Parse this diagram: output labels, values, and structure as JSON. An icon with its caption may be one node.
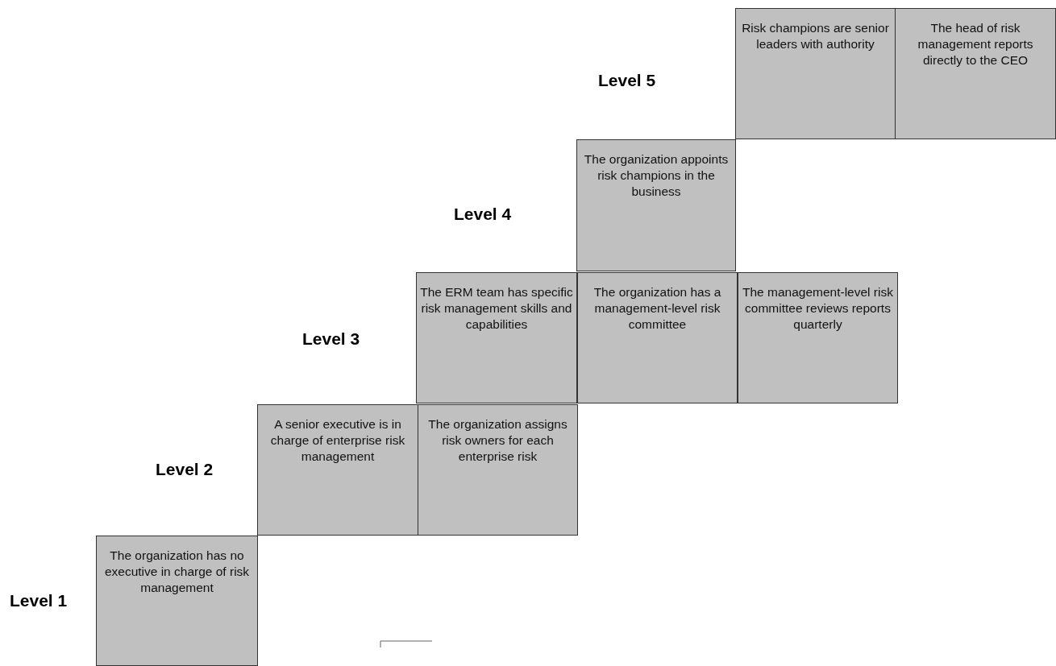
{
  "diagram": {
    "nodes": [
      {
        "text": [
          "Risk champions are senior leaders with authority"
        ]
      },
      {
        "text": [
          "The head of risk management reports directly to the CEO"
        ]
      },
      {
        "text": [
          "The organization appoints risk champions in the business"
        ]
      },
      {
        "text": [
          "The ERM team has specific risk management skills and capabilities"
        ]
      },
      {
        "text": [
          "The organization has a management-level risk committee"
        ]
      },
      {
        "text": [
          "The management-level risk committee reviews reports quarterly"
        ]
      },
      {
        "text": [
          "A senior executive is in charge of enterprise risk management"
        ]
      },
      {
        "text": [
          "The organization assigns risk owners for each enterprise risk"
        ]
      },
      {
        "text": [
          "The organization has no executive in charge of risk management"
        ]
      }
    ],
    "labels": [
      "Level 5",
      "Level 4",
      "Level 3",
      "Level 2",
      "Level 1"
    ]
  }
}
